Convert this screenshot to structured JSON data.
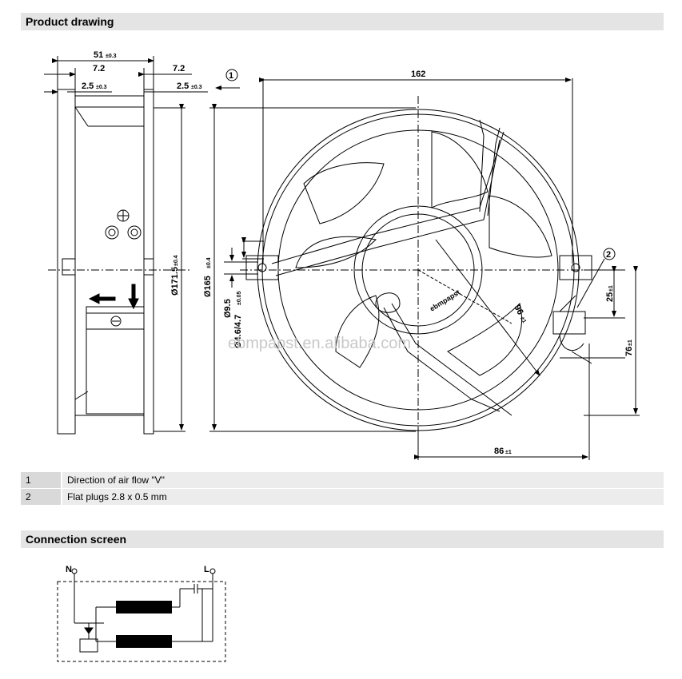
{
  "sections": {
    "product_drawing": "Product drawing",
    "connection_screen": "Connection screen"
  },
  "legend": [
    {
      "num": "1",
      "desc": "Direction of air flow \"V\""
    },
    {
      "num": "2",
      "desc": "Flat plugs 2.8 x 0.5 mm"
    }
  ],
  "dims": {
    "width_51": "51",
    "tol_03": "±0.3",
    "d72_left": "7.2",
    "d72_right": "7.2",
    "d25_left": "2.5",
    "d25_right": "2.5",
    "d162": "162",
    "d1715": "Ø171.5",
    "tol_04": "±0.4",
    "d165": "Ø165",
    "d95": "Ø9.5",
    "d46": "Ø4.6/4.7",
    "tol_005": "±0.05",
    "d96": "96",
    "tol_1": "±1",
    "d25b": "25",
    "d76": "76",
    "d86": "86",
    "callout1": "1",
    "callout2": "2",
    "hub_text": "ebmpapst",
    "watermark": "ebmpapst.en.alibaba.com"
  },
  "schematic": {
    "N": "N",
    "L": "L"
  }
}
